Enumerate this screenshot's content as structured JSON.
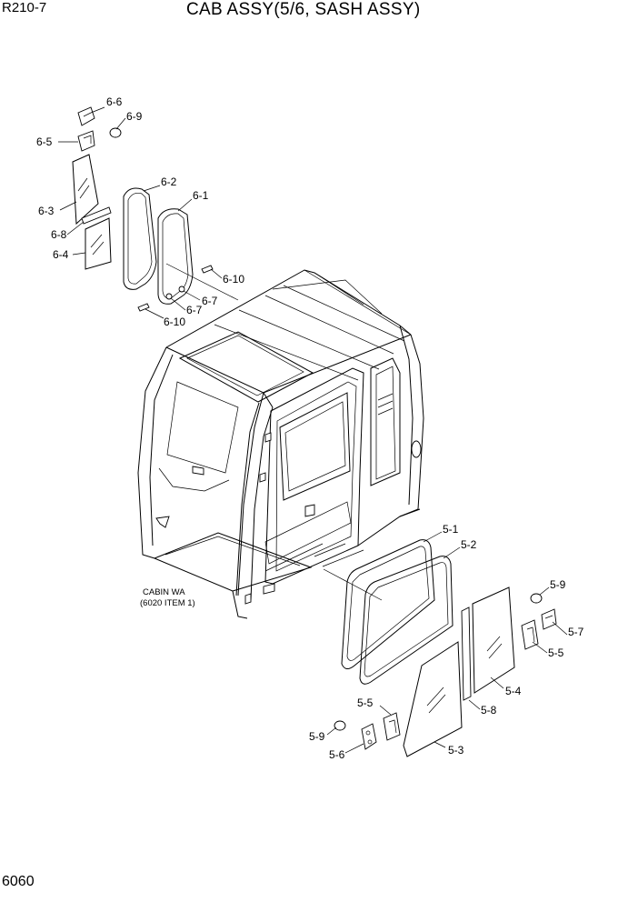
{
  "header": {
    "model": "R210-7",
    "title": "CAB ASSY(5/6, SASH ASSY)"
  },
  "footer": {
    "page": "6060"
  },
  "note": {
    "line1": "CABIN WA",
    "line2": "(6020 ITEM 1)"
  },
  "callouts": {
    "6-6": "6-6",
    "6-9": "6-9",
    "6-5": "6-5",
    "6-3": "6-3",
    "6-2": "6-2",
    "6-1": "6-1",
    "6-8": "6-8",
    "6-4": "6-4",
    "6-10a": "6-10",
    "6-7a": "6-7",
    "6-7b": "6-7",
    "6-10b": "6-10",
    "5-1": "5-1",
    "5-2": "5-2",
    "5-9a": "5-9",
    "5-7": "5-7",
    "5-5a": "5-5",
    "5-4": "5-4",
    "5-5b": "5-5",
    "5-8": "5-8",
    "5-9b": "5-9",
    "5-6": "5-6",
    "5-3": "5-3"
  }
}
